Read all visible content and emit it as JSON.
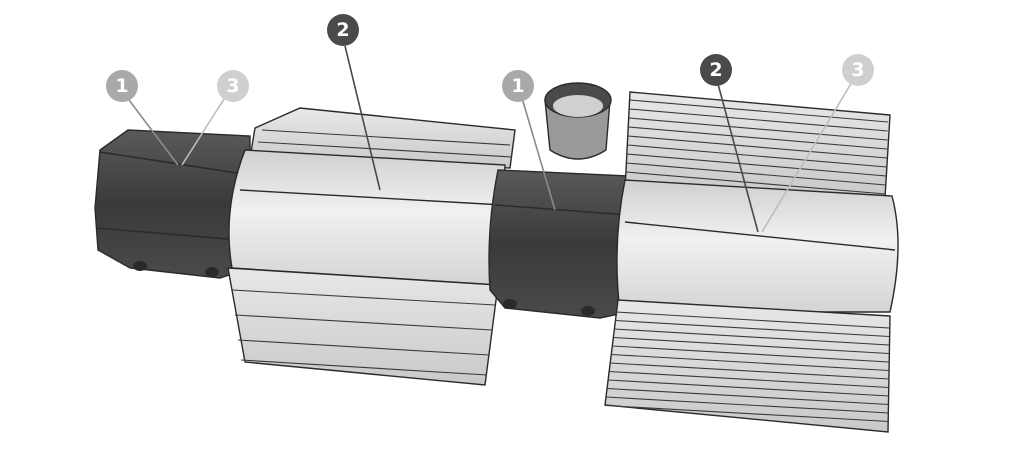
{
  "callouts": [
    {
      "id": "left-1",
      "label": "1",
      "color": "#a9a9a9"
    },
    {
      "id": "left-2",
      "label": "2",
      "color": "#4a4a4a"
    },
    {
      "id": "left-3",
      "label": "3",
      "color": "#cfcfcf"
    },
    {
      "id": "right-1",
      "label": "1",
      "color": "#a9a9a9"
    },
    {
      "id": "right-2",
      "label": "2",
      "color": "#4a4a4a"
    },
    {
      "id": "right-3",
      "label": "3",
      "color": "#cfcfcf"
    }
  ],
  "colors": {
    "dark_shell": "#3f3f3f",
    "light_shell": "#dedede",
    "fins": "#d8d8d8",
    "outline": "#2a2a2a"
  }
}
